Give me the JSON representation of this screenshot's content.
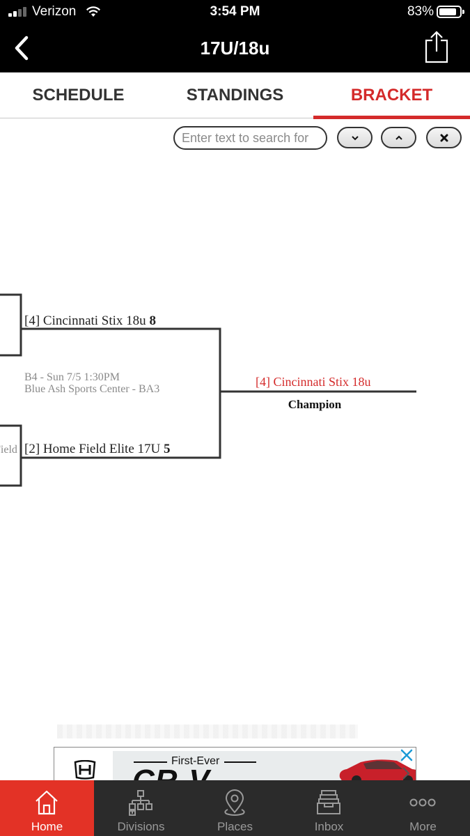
{
  "status_bar": {
    "carrier": "Verizon",
    "time": "3:54 PM",
    "battery": "83%"
  },
  "nav": {
    "title": "17U/18u"
  },
  "tabs": [
    {
      "label": "SCHEDULE",
      "active": false
    },
    {
      "label": "STANDINGS",
      "active": false
    },
    {
      "label": "BRACKET",
      "active": true
    }
  ],
  "search": {
    "placeholder": "Enter text to search for"
  },
  "bracket": {
    "top_team_seed": "[4]",
    "top_team_name": "Cincinnati Stix 18u",
    "top_team_score": "8",
    "game_label": "B4 - Sun 7/5 1:30PM",
    "game_location": "Blue Ash Sports Center - BA3",
    "left_cut_text": "Field",
    "bottom_team_seed": "[2]",
    "bottom_team_name": "Home Field Elite 17U",
    "bottom_team_score": "5",
    "champion_team": "[4] Cincinnati Stix 18u",
    "champion_label": "Champion"
  },
  "ad": {
    "tagline": "First-Ever",
    "headline": "CR-V"
  },
  "tab_bar": [
    {
      "label": "Home",
      "icon": "home-icon",
      "active": true
    },
    {
      "label": "Divisions",
      "icon": "hierarchy-icon",
      "active": false
    },
    {
      "label": "Places",
      "icon": "location-pin-icon",
      "active": false
    },
    {
      "label": "Inbox",
      "icon": "inbox-icon",
      "active": false
    },
    {
      "label": "More",
      "icon": "more-dots-icon",
      "active": false
    }
  ],
  "colors": {
    "accent": "#d42a2a",
    "tab_active_bg": "#e33226",
    "tab_bar_bg": "#2b2b2b",
    "header_bg": "#000000"
  }
}
